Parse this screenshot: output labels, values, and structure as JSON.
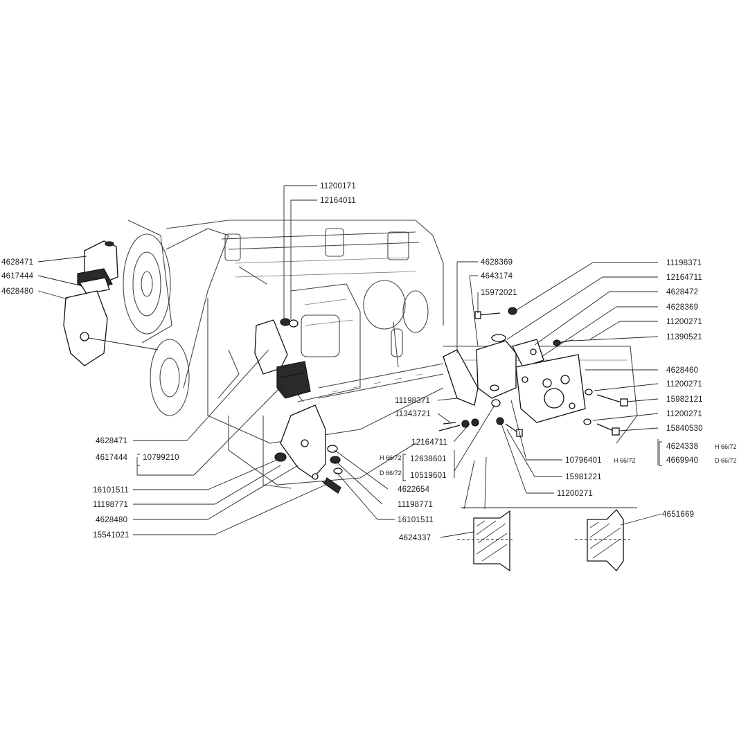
{
  "diagram": {
    "labels": {
      "L1": "4628471",
      "L2": "4617444",
      "L3": "4628480",
      "T1": "11200171",
      "T2": "12164011",
      "BL1": "4628471",
      "BL2": "4617444",
      "BL2b": "10799210",
      "BL3": "16101511",
      "BL4": "11198771",
      "BL5": "4628480",
      "BL6": "15541021",
      "BM1": "4622654",
      "BM2": "11198771",
      "BM3": "16101511",
      "C1": "4628369",
      "C2": "4643174",
      "C3": "15972021",
      "C4": "11198371",
      "C5": "11343721",
      "C6": "12164711",
      "C7": "12638601",
      "C8": "10519601",
      "C7q": "H 66/72",
      "C8q": "D 66/72",
      "R1": "11198371",
      "R2": "12164711",
      "R3": "4628472",
      "R4": "4628369",
      "R5": "11200271",
      "R6": "11390521",
      "R7": "4628460",
      "R8": "11200271",
      "R9": "15982121",
      "R10": "11200271",
      "R11": "15840530",
      "R12": "4624338",
      "R12q": "H 66/72",
      "R13": "4669940",
      "R13q": "D 66/72",
      "M1": "10796401",
      "M1q": "H 66/72",
      "M2": "15981221",
      "M3": "11200271",
      "D1": "4624337",
      "D2": "4651669"
    }
  }
}
